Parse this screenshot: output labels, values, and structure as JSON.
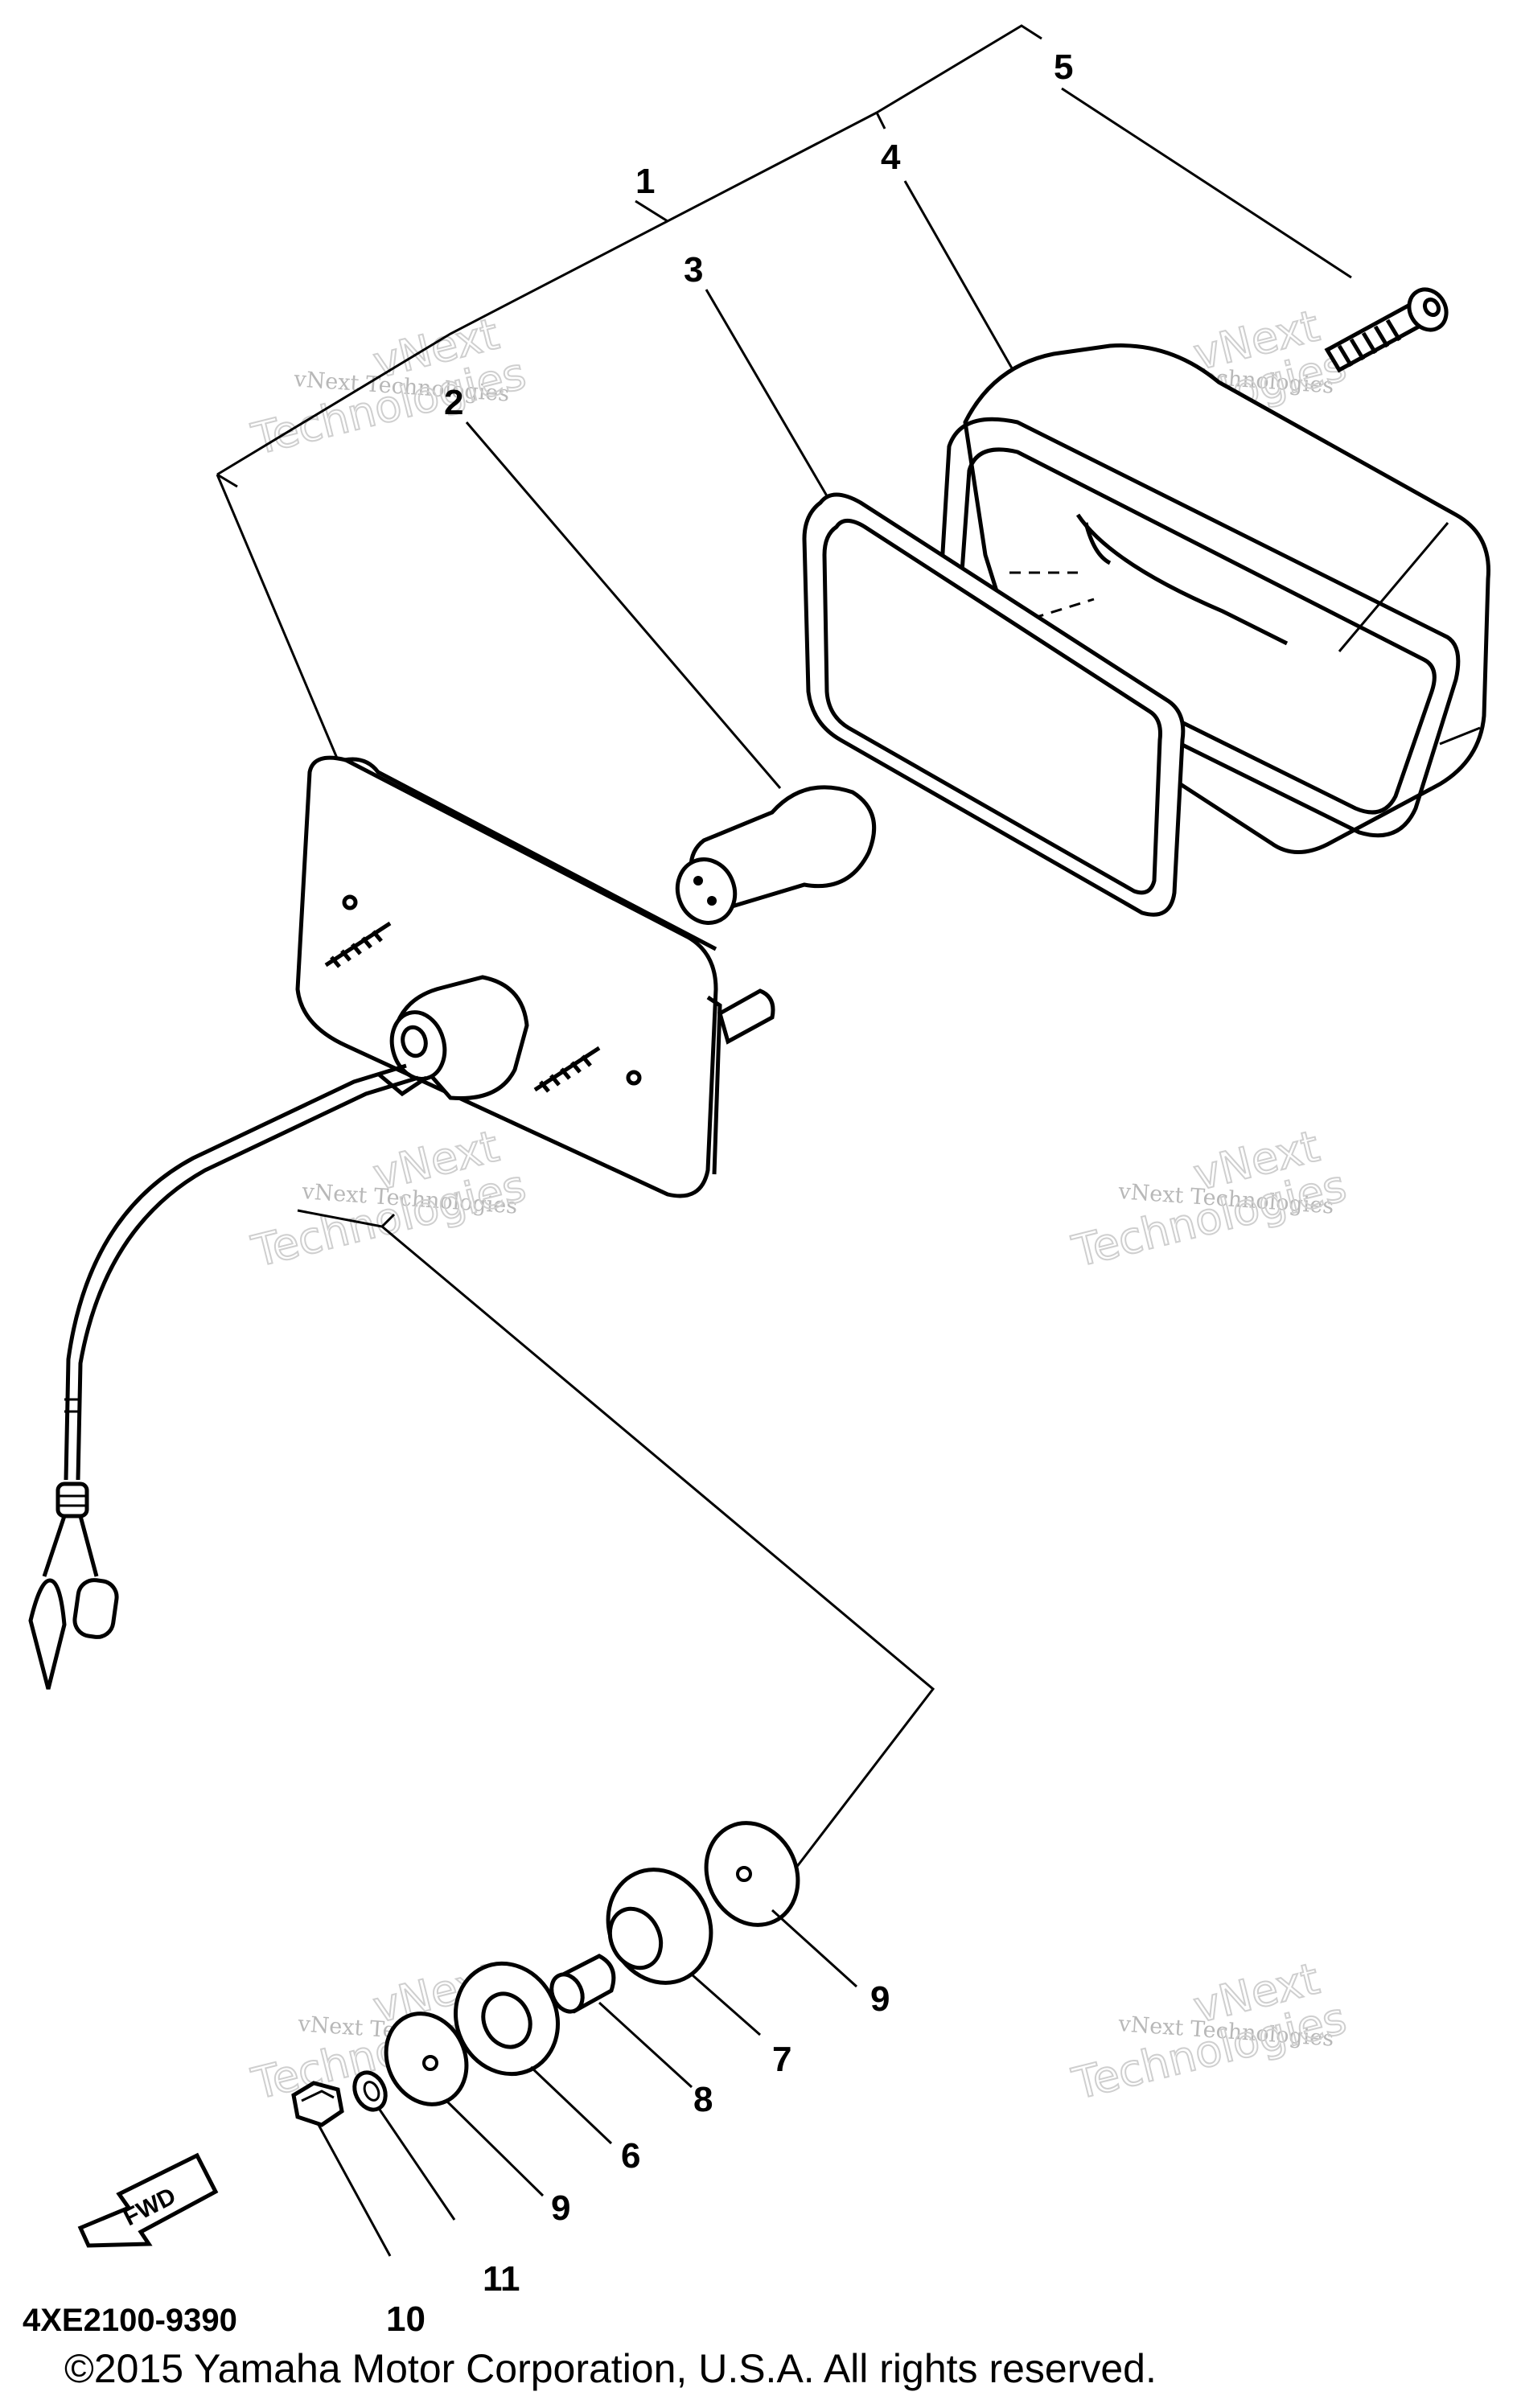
{
  "diagram": {
    "callouts": {
      "c1": "1",
      "c2": "2",
      "c3": "3",
      "c4": "4",
      "c5": "5",
      "c6": "6",
      "c7": "7",
      "c8": "8",
      "c9a": "9",
      "c9b": "9",
      "c10": "10",
      "c11": "11"
    },
    "fwd_label": "FWD",
    "diagram_code": "4XE2100-9390",
    "copyright": "©2015 Yamaha Motor Corporation, U.S.A. All rights reserved.",
    "watermark": {
      "small": "vNext Technologies",
      "big_line1": "vNext",
      "big_line2": "Technologies"
    }
  }
}
